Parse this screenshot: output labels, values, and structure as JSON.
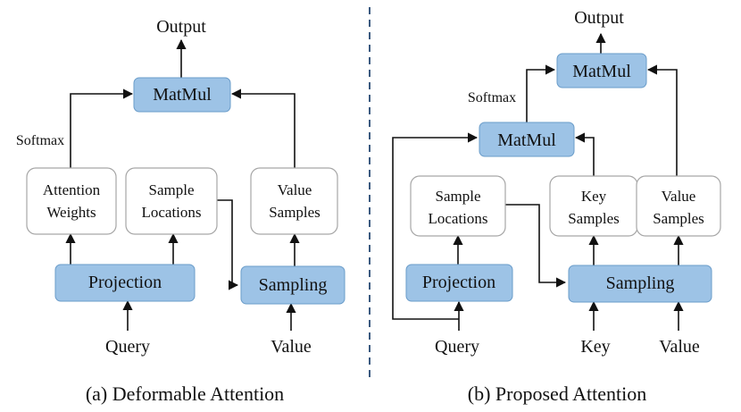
{
  "colors": {
    "accent_fill": "#9dc3e6",
    "accent_stroke": "#6a9cc9",
    "plain_stroke": "#a6a6a6",
    "line": "#111111",
    "divider": "#3b5a80"
  },
  "left": {
    "caption": "(a) Deformable Attention",
    "output": "Output",
    "matmul": "MatMul",
    "softmax": "Softmax",
    "attention_weights": [
      "Attention",
      "Weights"
    ],
    "sample_locations": [
      "Sample",
      "Locations"
    ],
    "value_samples": [
      "Value",
      "Samples"
    ],
    "projection": "Projection",
    "sampling": "Sampling",
    "query": "Query",
    "value": "Value"
  },
  "right": {
    "caption": "(b) Proposed Attention",
    "output": "Output",
    "matmul_top": "MatMul",
    "softmax": "Softmax",
    "matmul_mid": "MatMul",
    "sample_locations": [
      "Sample",
      "Locations"
    ],
    "key_samples": [
      "Key",
      "Samples"
    ],
    "value_samples": [
      "Value",
      "Samples"
    ],
    "projection": "Projection",
    "sampling": "Sampling",
    "query": "Query",
    "key": "Key",
    "value": "Value"
  }
}
